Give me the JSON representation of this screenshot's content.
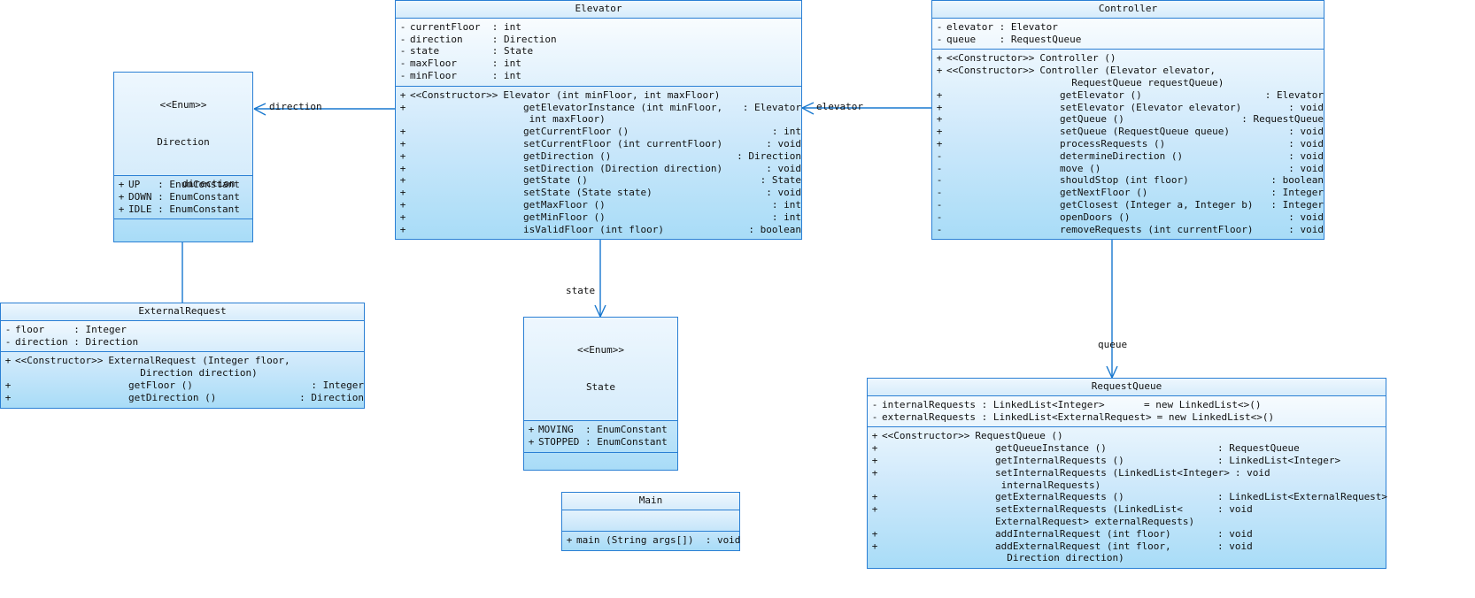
{
  "diagram": {
    "kind": "uml-class-diagram",
    "colors": {
      "border": "#2a7fd4",
      "fill_top": "#ffffff",
      "fill_bottom": "#a8dcf7",
      "line": "#1878cf",
      "text": "#111111"
    }
  },
  "classes": {
    "elevator": {
      "name": "Elevator",
      "attributes": [
        {
          "vis": "-",
          "sig": "currentFloor  : int"
        },
        {
          "vis": "-",
          "sig": "direction     : Direction"
        },
        {
          "vis": "-",
          "sig": "state         : State"
        },
        {
          "vis": "-",
          "sig": "maxFloor      : int"
        },
        {
          "vis": "-",
          "sig": "minFloor      : int"
        }
      ],
      "operations": [
        {
          "vis": "+",
          "stereo": "<<Constructor>>",
          "sig": "Elevator (int minFloor, int maxFloor)",
          "ret": ""
        },
        {
          "vis": "+",
          "stereo": "",
          "sig": "getElevatorInstance (int minFloor,",
          "ret": ": Elevator"
        },
        {
          "vis": "",
          "stereo": "",
          "sig": " int maxFloor)",
          "ret": ""
        },
        {
          "vis": "+",
          "stereo": "",
          "sig": "getCurrentFloor ()",
          "ret": ": int"
        },
        {
          "vis": "+",
          "stereo": "",
          "sig": "setCurrentFloor (int currentFloor)",
          "ret": ": void"
        },
        {
          "vis": "+",
          "stereo": "",
          "sig": "getDirection ()",
          "ret": ": Direction"
        },
        {
          "vis": "+",
          "stereo": "",
          "sig": "setDirection (Direction direction)",
          "ret": ": void"
        },
        {
          "vis": "+",
          "stereo": "",
          "sig": "getState ()",
          "ret": ": State"
        },
        {
          "vis": "+",
          "stereo": "",
          "sig": "setState (State state)",
          "ret": ": void"
        },
        {
          "vis": "+",
          "stereo": "",
          "sig": "getMaxFloor ()",
          "ret": ": int"
        },
        {
          "vis": "+",
          "stereo": "",
          "sig": "getMinFloor ()",
          "ret": ": int"
        },
        {
          "vis": "+",
          "stereo": "",
          "sig": "isValidFloor (int floor)",
          "ret": ": boolean"
        }
      ]
    },
    "controller": {
      "name": "Controller",
      "attributes": [
        {
          "vis": "-",
          "sig": "elevator : Elevator"
        },
        {
          "vis": "-",
          "sig": "queue    : RequestQueue"
        }
      ],
      "operations": [
        {
          "vis": "+",
          "stereo": "<<Constructor>>",
          "sig": "Controller ()",
          "ret": ""
        },
        {
          "vis": "+",
          "stereo": "<<Constructor>>",
          "sig": "Controller (Elevator elevator,",
          "ret": ""
        },
        {
          "vis": "",
          "stereo": "",
          "sig": "  RequestQueue requestQueue)",
          "ret": ""
        },
        {
          "vis": "+",
          "stereo": "",
          "sig": "getElevator ()",
          "ret": ": Elevator"
        },
        {
          "vis": "+",
          "stereo": "",
          "sig": "setElevator (Elevator elevator)",
          "ret": ": void"
        },
        {
          "vis": "+",
          "stereo": "",
          "sig": "getQueue ()",
          "ret": ": RequestQueue"
        },
        {
          "vis": "+",
          "stereo": "",
          "sig": "setQueue (RequestQueue queue)",
          "ret": ": void"
        },
        {
          "vis": "+",
          "stereo": "",
          "sig": "processRequests ()",
          "ret": ": void"
        },
        {
          "vis": "-",
          "stereo": "",
          "sig": "determineDirection ()",
          "ret": ": void"
        },
        {
          "vis": "-",
          "stereo": "",
          "sig": "move ()",
          "ret": ": void"
        },
        {
          "vis": "-",
          "stereo": "",
          "sig": "shouldStop (int floor)",
          "ret": ": boolean"
        },
        {
          "vis": "-",
          "stereo": "",
          "sig": "getNextFloor ()",
          "ret": ": Integer"
        },
        {
          "vis": "-",
          "stereo": "",
          "sig": "getClosest (Integer a, Integer b)",
          "ret": ": Integer"
        },
        {
          "vis": "-",
          "stereo": "",
          "sig": "openDoors ()",
          "ret": ": void"
        },
        {
          "vis": "-",
          "stereo": "",
          "sig": "removeRequests (int currentFloor)",
          "ret": ": void"
        }
      ]
    },
    "direction": {
      "stereotype": "<<Enum>>",
      "name": "Direction",
      "attributes": [
        {
          "vis": "+",
          "sig": "UP   : EnumConstant"
        },
        {
          "vis": "+",
          "sig": "DOWN : EnumConstant"
        },
        {
          "vis": "+",
          "sig": "IDLE : EnumConstant"
        }
      ],
      "operations": []
    },
    "state": {
      "stereotype": "<<Enum>>",
      "name": "State",
      "attributes": [
        {
          "vis": "+",
          "sig": "MOVING  : EnumConstant"
        },
        {
          "vis": "+",
          "sig": "STOPPED : EnumConstant"
        }
      ],
      "operations": []
    },
    "external_request": {
      "name": "ExternalRequest",
      "attributes": [
        {
          "vis": "-",
          "sig": "floor     : Integer"
        },
        {
          "vis": "-",
          "sig": "direction : Direction"
        }
      ],
      "operations": [
        {
          "vis": "+",
          "stereo": "<<Constructor>>",
          "sig": "ExternalRequest (Integer floor,",
          "ret": ""
        },
        {
          "vis": "",
          "stereo": "",
          "sig": "  Direction direction)",
          "ret": ""
        },
        {
          "vis": "+",
          "stereo": "",
          "sig": "getFloor ()",
          "ret": ": Integer"
        },
        {
          "vis": "+",
          "stereo": "",
          "sig": "getDirection ()",
          "ret": ": Direction"
        }
      ]
    },
    "request_queue": {
      "name": "RequestQueue",
      "attributes": [
        {
          "vis": "-",
          "sig": "internalRequests : LinkedList<Integer>",
          "init": "= new LinkedList<>()"
        },
        {
          "vis": "-",
          "sig": "externalRequests : LinkedList<ExternalRequest>",
          "init": "= new LinkedList<>()"
        }
      ],
      "operations": [
        {
          "vis": "+",
          "stereo": "<<Constructor>>",
          "sig": "RequestQueue ()",
          "ret": ""
        },
        {
          "vis": "+",
          "stereo": "",
          "sig": "getQueueInstance ()",
          "ret": ": RequestQueue"
        },
        {
          "vis": "+",
          "stereo": "",
          "sig": "getInternalRequests ()",
          "ret": ": LinkedList<Integer>"
        },
        {
          "vis": "+",
          "stereo": "",
          "sig": "setInternalRequests (LinkedList<Integer>",
          "ret": ": void"
        },
        {
          "vis": "",
          "stereo": "",
          "sig": " internalRequests)",
          "ret": ""
        },
        {
          "vis": "+",
          "stereo": "",
          "sig": "getExternalRequests ()",
          "ret": ": LinkedList<ExternalRequest>"
        },
        {
          "vis": "+",
          "stereo": "",
          "sig": "setExternalRequests (LinkedList<",
          "ret": ": void"
        },
        {
          "vis": "",
          "stereo": "",
          "sig": "ExternalRequest> externalRequests)",
          "ret": ""
        },
        {
          "vis": "+",
          "stereo": "",
          "sig": "addInternalRequest (int floor)",
          "ret": ": void"
        },
        {
          "vis": "+",
          "stereo": "",
          "sig": "addExternalRequest (int floor,",
          "ret": ": void"
        },
        {
          "vis": "",
          "stereo": "",
          "sig": "  Direction direction)",
          "ret": ""
        }
      ]
    },
    "main": {
      "name": "Main",
      "attributes": [],
      "operations": [
        {
          "vis": "+",
          "stereo": "",
          "sig": "main (String args[])  : void",
          "ret": ""
        }
      ]
    }
  },
  "associations": [
    {
      "id": "elevator-direction",
      "label": "direction"
    },
    {
      "id": "externalrequest-direction",
      "label": "direction"
    },
    {
      "id": "elevator-state",
      "label": "state"
    },
    {
      "id": "controller-elevator",
      "label": "elevator"
    },
    {
      "id": "controller-queue",
      "label": "queue"
    }
  ]
}
